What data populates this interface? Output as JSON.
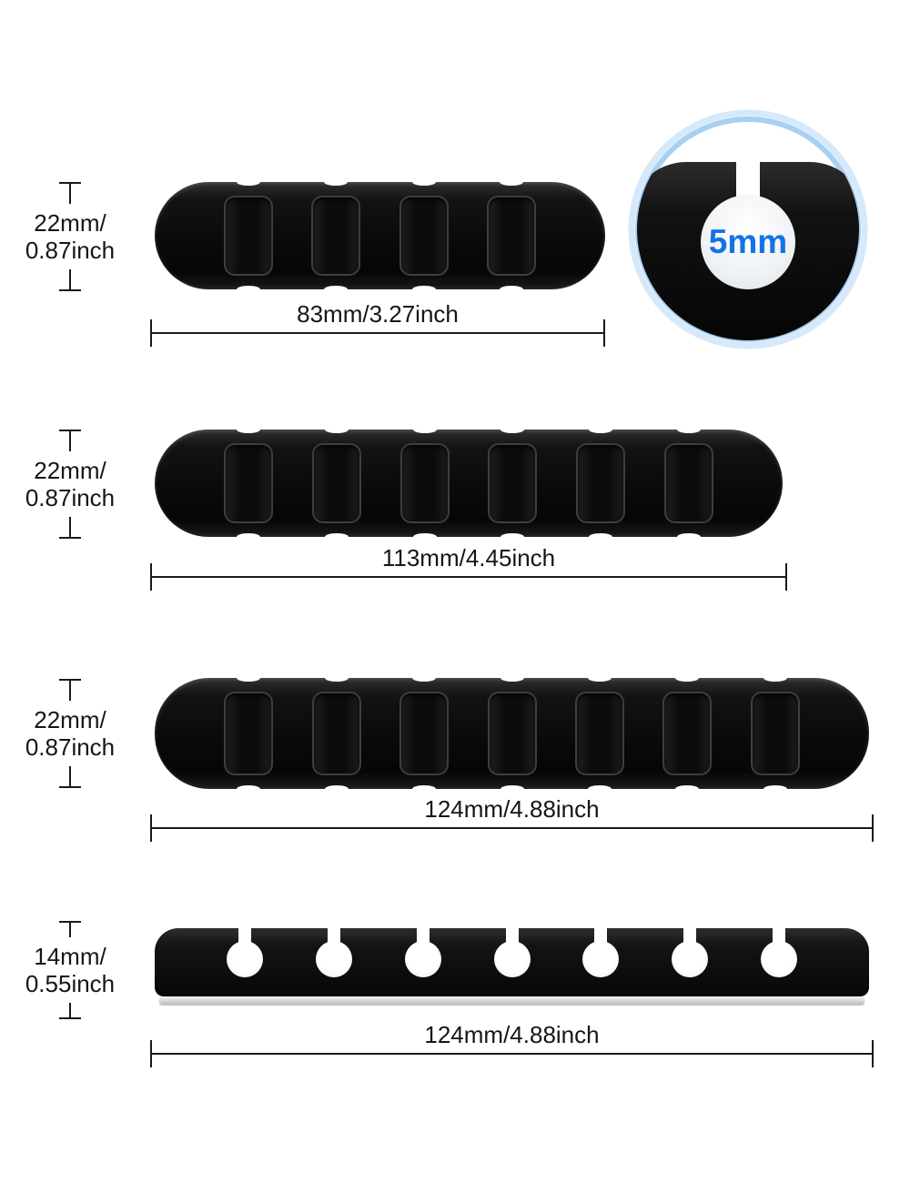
{
  "colors": {
    "background": "#ffffff",
    "clip_black": "#0d0d0d",
    "dimension_color": "#1a1a1a",
    "accent_blue": "#1273e6",
    "ring_blue": "#a8d0f2"
  },
  "zoom_detail": {
    "slot_diameter_label": "5mm"
  },
  "rows": [
    {
      "view": "top",
      "slot_count": 4,
      "height_line1": "22mm/",
      "height_line2": "0.87inch",
      "width_label": "83mm/3.27inch"
    },
    {
      "view": "top",
      "slot_count": 6,
      "height_line1": "22mm/",
      "height_line2": "0.87inch",
      "width_label": "113mm/4.45inch"
    },
    {
      "view": "top",
      "slot_count": 7,
      "height_line1": "22mm/",
      "height_line2": "0.87inch",
      "width_label": "124mm/4.88inch"
    },
    {
      "view": "side",
      "slot_count": 7,
      "height_line1": "14mm/",
      "height_line2": "0.55inch",
      "width_label": "124mm/4.88inch"
    }
  ]
}
